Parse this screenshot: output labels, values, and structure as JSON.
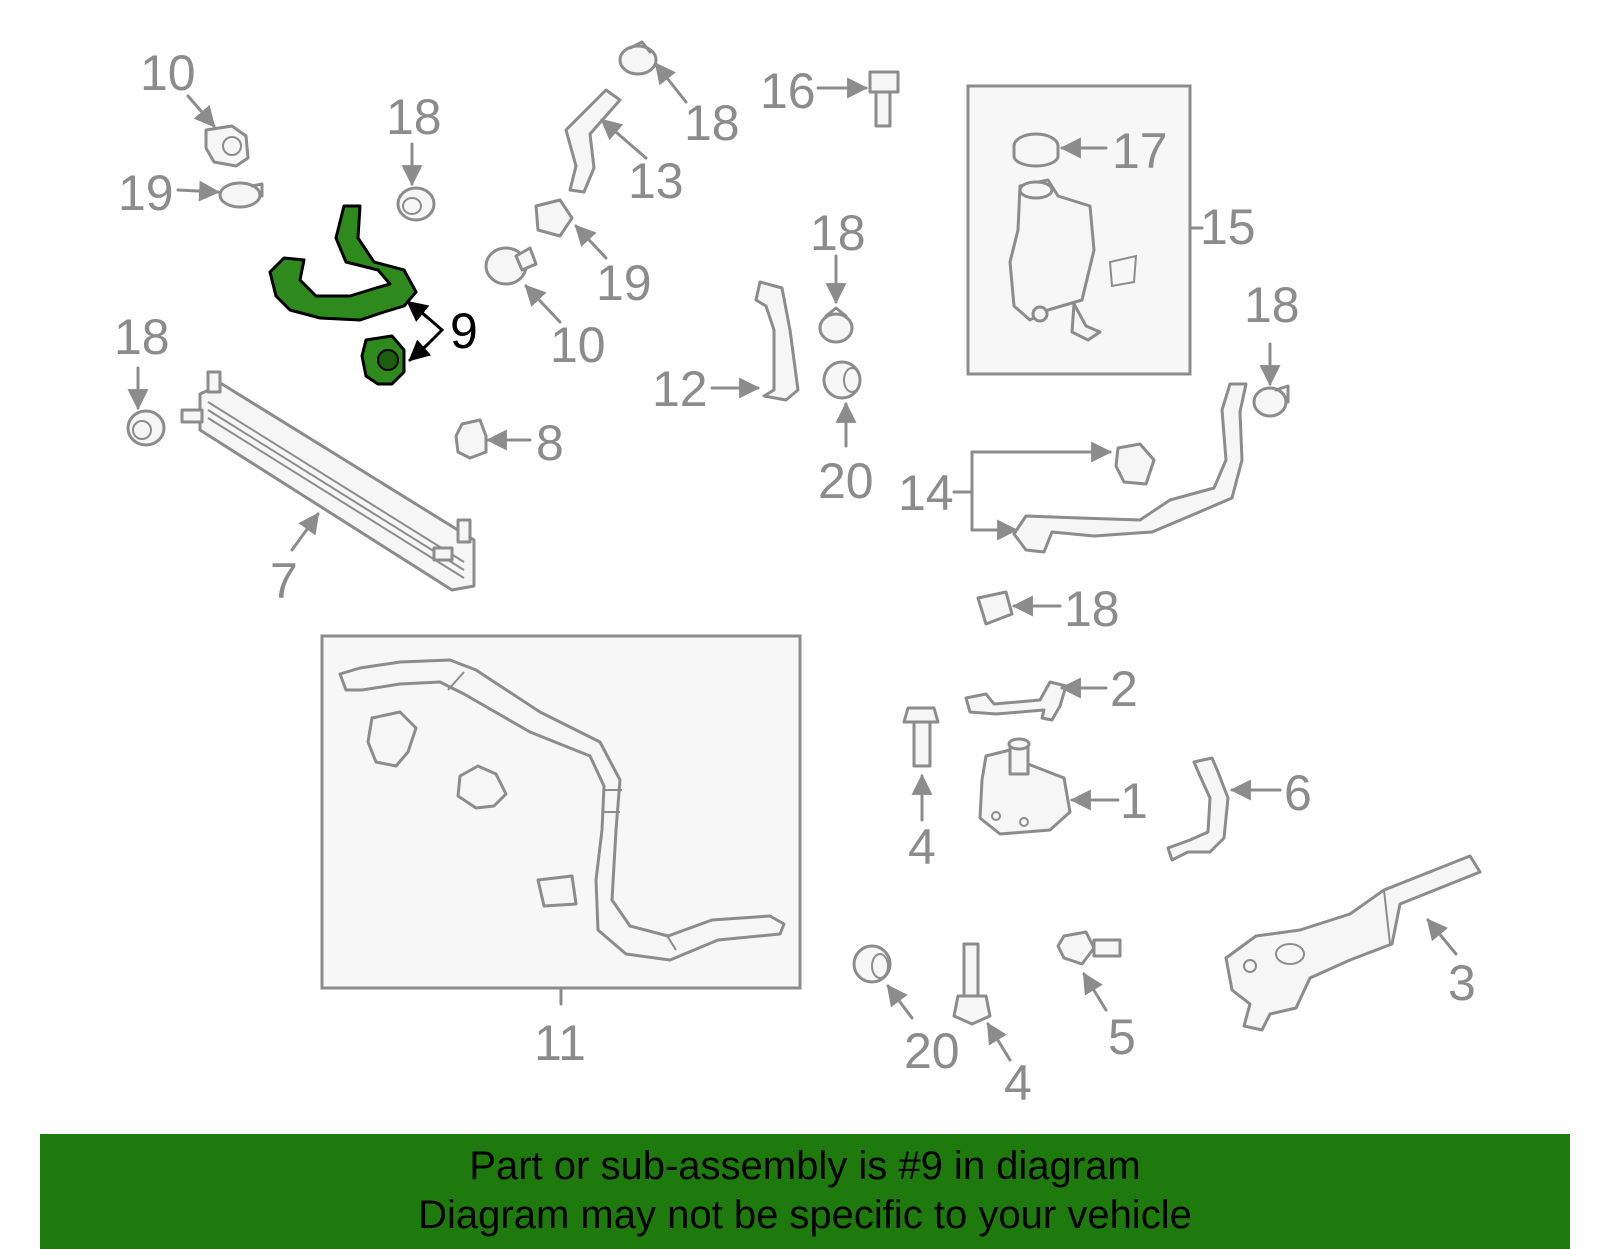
{
  "colors": {
    "highlight": "#2f8a1e",
    "banner": "#1e7a0c",
    "line": "#8c8c8c"
  },
  "highlighted_part": "9",
  "callouts": {
    "c10a": "10",
    "c19a": "19",
    "c18a": "18",
    "c9": "9",
    "c18b": "18",
    "c8": "8",
    "c7": "7",
    "c18c": "18",
    "c13": "13",
    "c19b": "19",
    "c10b": "10",
    "c16": "16",
    "c18d": "18",
    "c12": "12",
    "c20a": "20",
    "c17": "17",
    "c15": "15",
    "c18e": "18",
    "c14": "14",
    "c18f": "18",
    "c2": "2",
    "c4a": "4",
    "c1": "1",
    "c6": "6",
    "c11": "11",
    "c20b": "20",
    "c4b": "4",
    "c5": "5",
    "c3": "3"
  },
  "banner": {
    "line1": "Part or sub-assembly is #9 in diagram",
    "line2": "Diagram may not be specific to your vehicle"
  }
}
